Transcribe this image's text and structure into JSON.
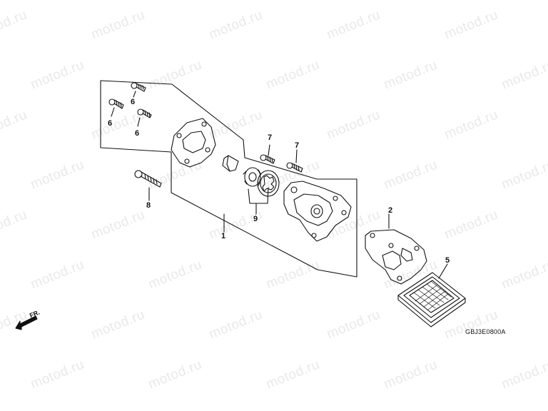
{
  "watermark": {
    "text": "motod.ru"
  },
  "diagram_code": "GBJ3E0800A",
  "direction": {
    "label": "FR."
  },
  "callouts": [
    {
      "id": "c6a",
      "label": "6"
    },
    {
      "id": "c6b",
      "label": "6"
    },
    {
      "id": "c6c",
      "label": "6"
    },
    {
      "id": "c7a",
      "label": "7"
    },
    {
      "id": "c7b",
      "label": "7"
    },
    {
      "id": "c8",
      "label": "8"
    },
    {
      "id": "c9",
      "label": "9"
    },
    {
      "id": "c1",
      "label": "1"
    },
    {
      "id": "c2",
      "label": "2"
    },
    {
      "id": "c5",
      "label": "5"
    }
  ]
}
